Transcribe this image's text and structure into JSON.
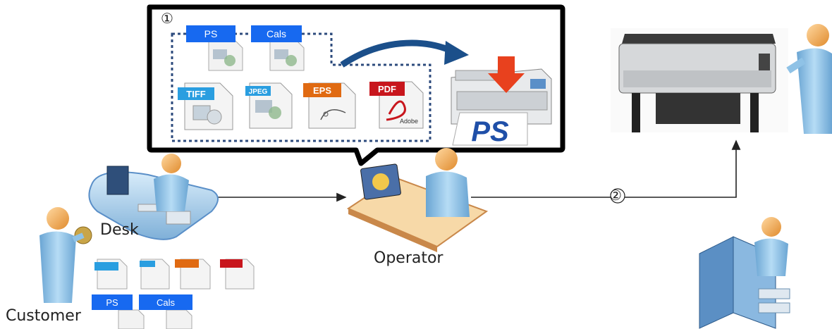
{
  "step_markers": {
    "step1": "①",
    "step2": "②"
  },
  "format_tags": {
    "ps": "PS",
    "cals": "Cals"
  },
  "format_icons": {
    "tiff": "TIFF",
    "jpeg": "JPEG",
    "eps": "EPS",
    "pdf": "PDF",
    "adobe": "Adobe"
  },
  "printer_output_label": "PS",
  "actors": {
    "desk": "Desk",
    "operator": "Operator",
    "customer": "Customer"
  },
  "colors": {
    "tag_blue": "#1769f0",
    "arrow_blue": "#1b4f8a",
    "down_arrow": "#e8411e",
    "figure_blue": "#8fc2e6",
    "skin": "#f2b26a"
  }
}
